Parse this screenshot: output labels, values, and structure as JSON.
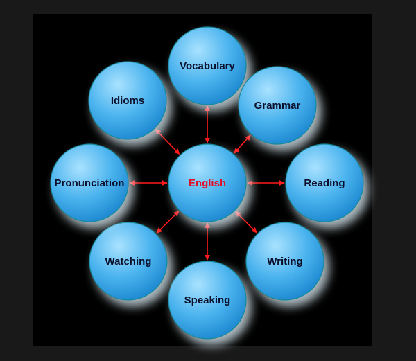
{
  "diagram": {
    "center": {
      "label": "English"
    },
    "nodes": [
      {
        "id": "vocabulary",
        "label": "Vocabulary"
      },
      {
        "id": "grammar",
        "label": "Grammar"
      },
      {
        "id": "reading",
        "label": "Reading"
      },
      {
        "id": "writing",
        "label": "Writing"
      },
      {
        "id": "speaking",
        "label": "Speaking"
      },
      {
        "id": "watching",
        "label": "Watching"
      },
      {
        "id": "pronunciation",
        "label": "Pronunciation"
      },
      {
        "id": "idioms",
        "label": "Idioms"
      }
    ],
    "colors": {
      "background": "#000000",
      "circle_light": "#9fdcff",
      "circle_dark": "#1f8fd6",
      "glow": "#d8f4ff",
      "arrow": "#ff1a1a",
      "label": "#0b0f2b",
      "center_label": "#e0102a"
    }
  }
}
